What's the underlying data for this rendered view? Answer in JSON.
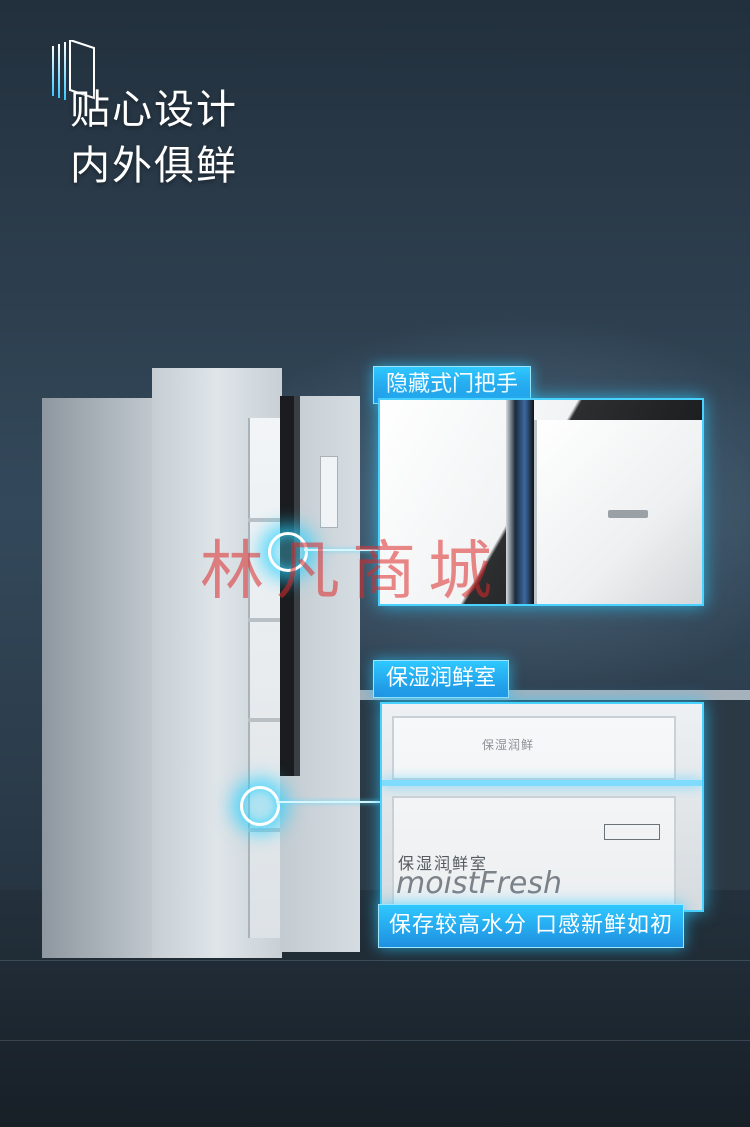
{
  "headline": {
    "line1": "贴心设计",
    "line2": "内外俱鲜"
  },
  "features": [
    {
      "label": "隐藏式门把手"
    },
    {
      "label": "保湿润鲜室"
    }
  ],
  "drawer_print": {
    "cn": "保湿润鲜室",
    "en": "moistFresh",
    "top_cn": "保湿润鲜"
  },
  "caption": "保存较高水分 口感新鲜如初",
  "watermark": "林凡商城",
  "colors": {
    "accent": "#2fc8ff",
    "background": "#2a3a49",
    "watermark": "#dc2828"
  }
}
